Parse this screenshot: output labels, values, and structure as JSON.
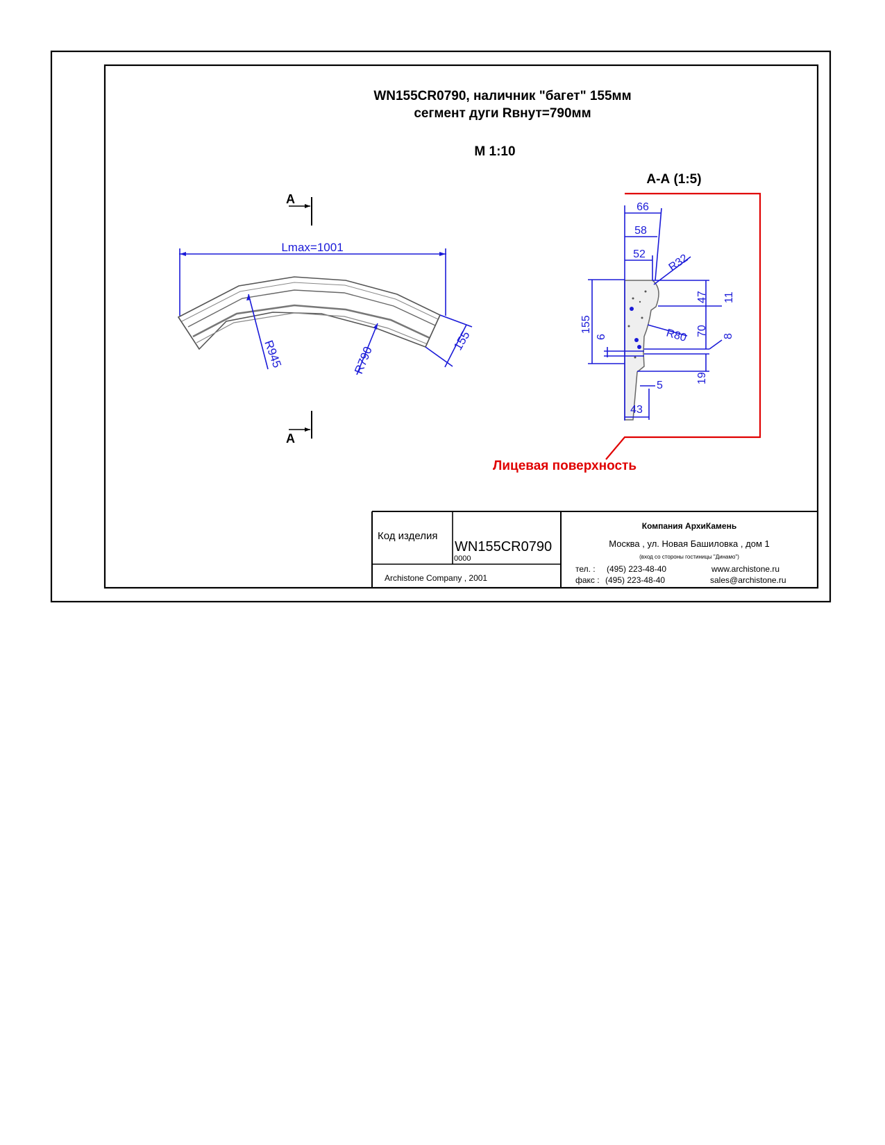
{
  "title": {
    "line1": "WN155CR0790, наличник \"багет\" 155мм",
    "line2": "сегмент дуги Rвнут=790мм",
    "scale": "М 1:10"
  },
  "section_marks": {
    "top": "А",
    "bottom": "А"
  },
  "plan_view": {
    "dimensions": {
      "lmax": "Lmax=1001",
      "outer_radius": "R945",
      "inner_radius": "R790",
      "width": "155"
    }
  },
  "section_view": {
    "title": "А-А (1:5)",
    "dimensions": {
      "w66": "66",
      "w58": "58",
      "w52": "52",
      "r32": "R32",
      "h155": "155",
      "h6": "6",
      "h47": "47",
      "h11": "11",
      "r80": "R80",
      "h70": "70",
      "h8": "8",
      "h19": "19",
      "w5": "5",
      "w43": "43"
    },
    "face_label": "Лицевая поверхность"
  },
  "title_block": {
    "code_label": "Код изделия",
    "code_value": "WN155CR0790",
    "code_sub": "0000",
    "copyright": "Archistone  Company ,  2001",
    "company": "Компания  АрхиКамень",
    "address": "Москва , ул. Новая Башиловка , дом 1",
    "address_note": "(вход со стороны гостиницы \"Динамо\")",
    "tel_label": "тел.    :",
    "tel_value": "(495) 223-48-40",
    "fax_label": "факс :",
    "fax_value": "(495) 223-48-40",
    "web": "www.archistone.ru",
    "email": "sales@archistone.ru"
  },
  "colors": {
    "dimension": "#1a1ad8",
    "face": "#e00000",
    "ink": "#000000"
  }
}
